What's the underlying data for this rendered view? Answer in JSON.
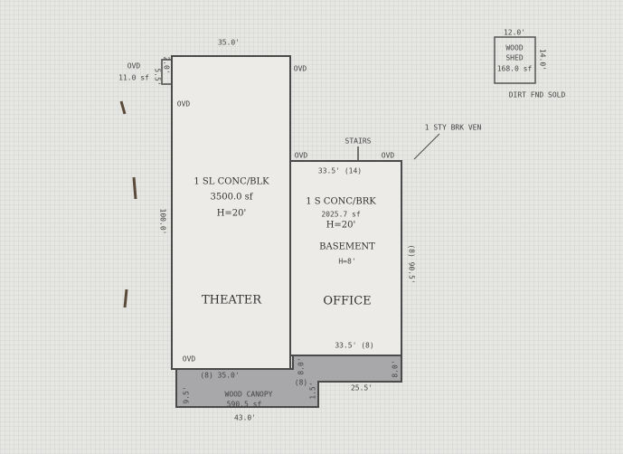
{
  "colors": {
    "line": "#4a4a4a",
    "shaded": "#a8a8aa",
    "paper": "#e6e6e3"
  },
  "theater": {
    "top_dim": "35.0'",
    "left_dim": "100.0'",
    "construction": "1 SL CONC/BLK",
    "area": "3500.0 sf",
    "height": "H=20'",
    "label": "THEATER",
    "bottom_dim": "(8) 35.0'",
    "ovd_top_right": "OVD",
    "ovd_left": "OVD",
    "ovd_bottom": "OVD"
  },
  "small_ovd": {
    "label": "OVD",
    "area": "11.0 sf",
    "dim_a": "5.5'",
    "dim_b": "2.0'"
  },
  "office": {
    "top_dim": "33.5' (14)",
    "construction": "1 S CONC/BRK",
    "area": "2025.7 sf",
    "height": "H=20'",
    "basement": "BASEMENT",
    "basement_height": "H=8'",
    "label": "OFFICE",
    "right_dim": "(8) 90.5'",
    "bottom_dim": "33.5' (8)",
    "ovd_left": "OVD",
    "ovd_right": "OVD",
    "stairs": "STAIRS"
  },
  "veneer_note": "1 STY BRK VEN",
  "canopy": {
    "label": "WOOD CANOPY",
    "area": "590.5 sf",
    "bottom_dim": "43.0'",
    "left_dim": "9.5'",
    "step_dim": "1.5'",
    "office_strip_left": "8.0'",
    "office_strip_note": "(8)",
    "office_strip_right": "8.0'",
    "office_strip_bottom": "25.5'"
  },
  "shed": {
    "top_dim": "12.0'",
    "line1": "WOOD",
    "line2": "SHED",
    "area": "168.0 sf",
    "side_dim": "14.0'",
    "note": "DIRT FND SOLD"
  }
}
